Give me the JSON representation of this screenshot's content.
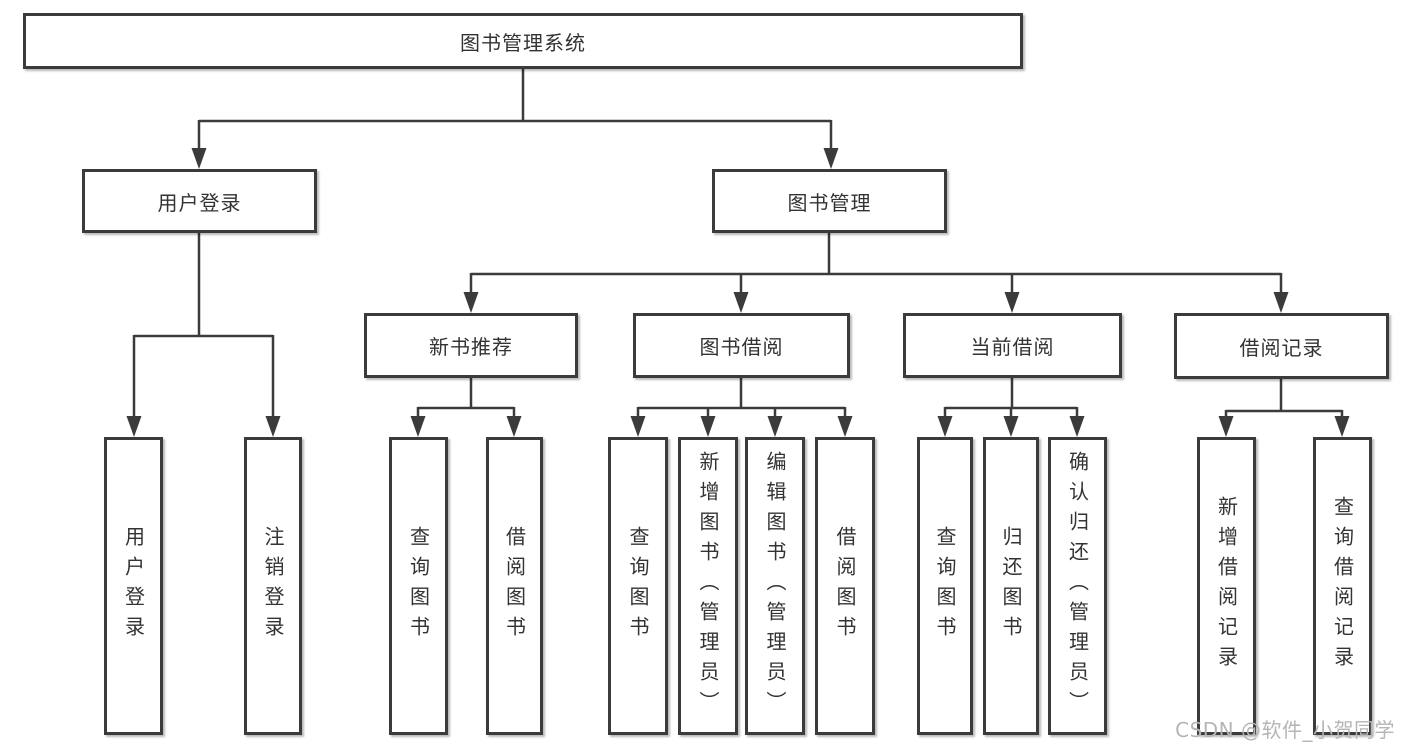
{
  "tree": {
    "root": "图书管理系统",
    "user_login": {
      "label": "用户登录",
      "children": [
        "用户登录",
        "注销登录"
      ]
    },
    "book_management": {
      "label": "图书管理",
      "sections": [
        {
          "label": "新书推荐",
          "children": [
            "查询图书",
            "借阅图书"
          ]
        },
        {
          "label": "图书借阅",
          "children": [
            "查询图书",
            "新增图书（管理员）",
            "编辑图书（管理员）",
            "借阅图书"
          ]
        },
        {
          "label": "当前借阅",
          "children": [
            "查询图书",
            "归还图书",
            "确认归还（管理员）"
          ]
        },
        {
          "label": "借阅记录",
          "children": [
            "新增借阅记录",
            "查询借阅记录"
          ]
        }
      ]
    }
  },
  "watermark": {
    "text": "CSDN @软件_小贺同学"
  },
  "colors": {
    "line": "#3b3b3b",
    "box_border": "#3b3b3b",
    "text": "#333333",
    "background": "#ffffff",
    "watermark": "#b5b5b5"
  }
}
